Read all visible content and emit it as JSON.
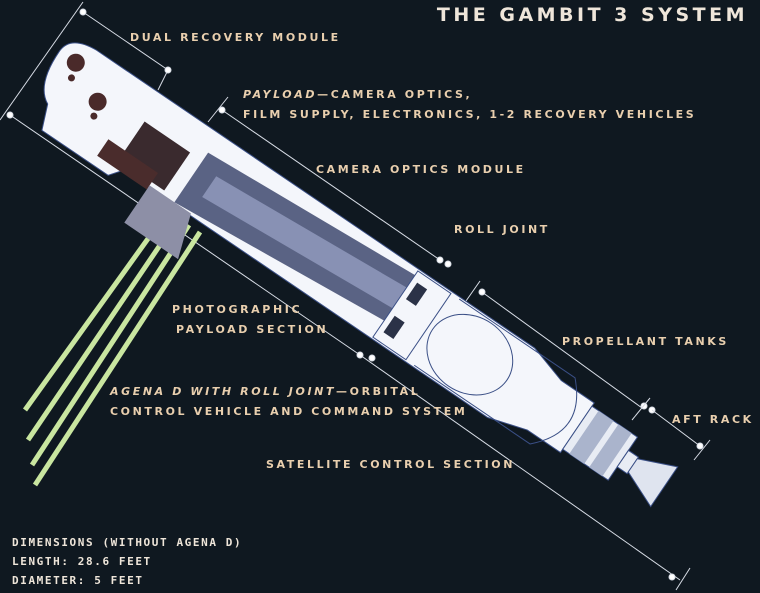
{
  "title": "THE GAMBIT 3 SYSTEM",
  "labels": {
    "dual_recovery": "DUAL RECOVERY MODULE",
    "payload_italic": "PAYLOAD",
    "payload_rest": "—CAMERA OPTICS,",
    "payload_line2": "FILM SUPPLY, ELECTRONICS, 1-2 RECOVERY VEHICLES",
    "camera_optics": "CAMERA OPTICS MODULE",
    "roll_joint": "ROLL JOINT",
    "photo_line1": "PHOTOGRAPHIC",
    "photo_line2": "PAYLOAD SECTION",
    "propellant": "PROPELLANT TANKS",
    "agena_italic": "AGENA D WITH ROLL JOINT",
    "agena_rest": "—ORBITAL",
    "agena_line2": "CONTROL VEHICLE AND COMMAND SYSTEM",
    "aft_rack": "AFT RACK",
    "satellite_control": "SATELLITE CONTROL SECTION"
  },
  "dimensions": {
    "heading": "DIMENSIONS (WITHOUT AGENA D)",
    "length": "LENGTH:  28.6 FEET",
    "diameter": "DIAMETER:  5 FEET"
  },
  "colors": {
    "background": "#0f1820",
    "label": "#e9cfae",
    "body": "#f4f6fb",
    "outline": "#3a4f86",
    "beam": "#c9e6a0"
  }
}
